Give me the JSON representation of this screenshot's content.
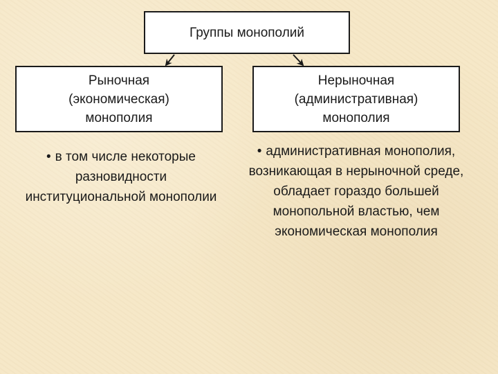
{
  "diagram": {
    "root": {
      "label": "Группы монополий"
    },
    "children": [
      {
        "label": "Рыночная\n(экономическая)\nмонополия",
        "note": "в том числе некоторые разновидности институциональной монополии"
      },
      {
        "label": "Нерыночная\n(административная)\nмонополия",
        "note": "административная монополия, возникающая в нерыночной среде, обладает гораздо большей монопольной властью, чем экономическая монополия"
      }
    ],
    "bullet_symbol": "•",
    "colors": {
      "background": "#f6e8c8",
      "box_fill": "#ffffff",
      "line": "#1a1a1a"
    }
  }
}
